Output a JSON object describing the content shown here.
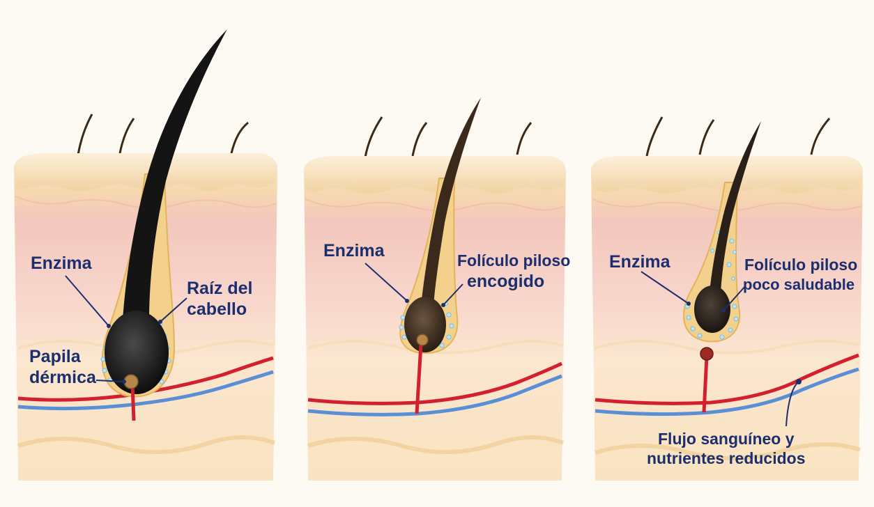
{
  "panels": [
    {
      "id": "healthy",
      "labels": {
        "enzyme": "Enzima",
        "root_line1": "Raíz del",
        "root_line2": "cabello",
        "papilla_line1": "Papila",
        "papilla_line2": "dérmica"
      }
    },
    {
      "id": "shrinking",
      "labels": {
        "enzyme": "Enzima",
        "follicle_line1": "Folículo piloso",
        "follicle_line2": "encogido"
      }
    },
    {
      "id": "unhealthy",
      "labels": {
        "enzyme": "Enzima",
        "follicle_line1": "Folículo piloso",
        "follicle_line2": "poco saludable",
        "flow_line1": "Flujo sanguíneo y",
        "flow_line2": "nutrientes reducidos"
      }
    }
  ],
  "colors": {
    "label_text": "#1b2f6e",
    "leader_line": "#1b2f6e",
    "skin_surface": "#f6dbb4",
    "dermis_pink": "#f5c9c2",
    "subcutis": "#fbe8c8",
    "artery": "#d3202f",
    "vein": "#5a8fd6",
    "hair_healthy": "#141414",
    "hair_weak": "#3b2a1c"
  }
}
